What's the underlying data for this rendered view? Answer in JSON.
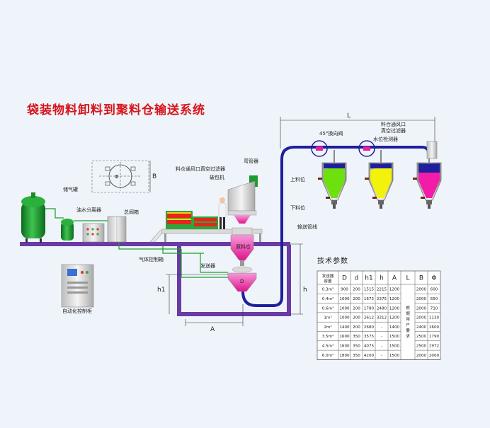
{
  "title": "袋装物料卸料到聚料仓输送系统",
  "labels": {
    "storage_tank": "储气罐",
    "oil_water_separator": "油水分离器",
    "main_valve_box": "总阀箱",
    "gas_control_box": "气体控制箱",
    "auto_control_cabinet": "自动化控制柜",
    "bin_vent_filter": "料仓通风口真空过滤器",
    "bag_breaker": "破包机",
    "hopper_material": "原料仓",
    "sender": "发送器",
    "sender_letter": "D",
    "elbow": "弯管器",
    "conveying_pipe": "输送管线",
    "valve_45": "45°换向阀",
    "bin_vent_filter_2": "料仓通风口\n真空过滤器",
    "level_switch": "水位检测器",
    "upper_level": "上料位",
    "lower_level": "下料位",
    "phi_label": "Φ",
    "dim_B": "B",
    "dim_L": "L",
    "dim_A": "A",
    "dim_h1": "h1",
    "dim_h": "h"
  },
  "table": {
    "title": "技术参数",
    "headers": [
      "发送器\n容量",
      "D",
      "d",
      "h1",
      "h",
      "A",
      "L",
      "B",
      "Φ"
    ],
    "rows": [
      [
        "0.3m³",
        "900",
        "200",
        "1515",
        "2215",
        "1200",
        "",
        "2000",
        "600"
      ],
      [
        "0.4m³",
        "1000",
        "200",
        "1675",
        "2375",
        "1200",
        "",
        "2000",
        "650"
      ],
      [
        "0.6m³",
        "1000",
        "200",
        "1780",
        "2480",
        "1200",
        "",
        "2000",
        "710"
      ],
      [
        "1m³",
        "1000",
        "200",
        "2612",
        "3312",
        "1200",
        "",
        "2000",
        "1130"
      ],
      [
        "2m³",
        "1400",
        "200",
        "2680",
        "-",
        "1400",
        "",
        "2400",
        "1600"
      ],
      [
        "3.5m³",
        "1600",
        "350",
        "3575",
        "-",
        "1500",
        "",
        "2500",
        "1790"
      ],
      [
        "4.5m³",
        "1600",
        "350",
        "4075",
        "-",
        "1500",
        "",
        "2500",
        "1972"
      ],
      [
        "6.0m³",
        "1800",
        "350",
        "4200",
        "-",
        "1500",
        "",
        "2000",
        "2000"
      ]
    ],
    "merged_L_text": "根据用户要求"
  },
  "colors": {
    "title": "#d8141b",
    "pipe": "#1f1f9e",
    "floor": "#6a3aa6",
    "green_tank": "#1f9a2f",
    "hopper_green": "#6ee00e",
    "hopper_yellow": "#f2f20a",
    "hopper_magenta": "#f21ca8",
    "air_line": "#19a12a"
  }
}
